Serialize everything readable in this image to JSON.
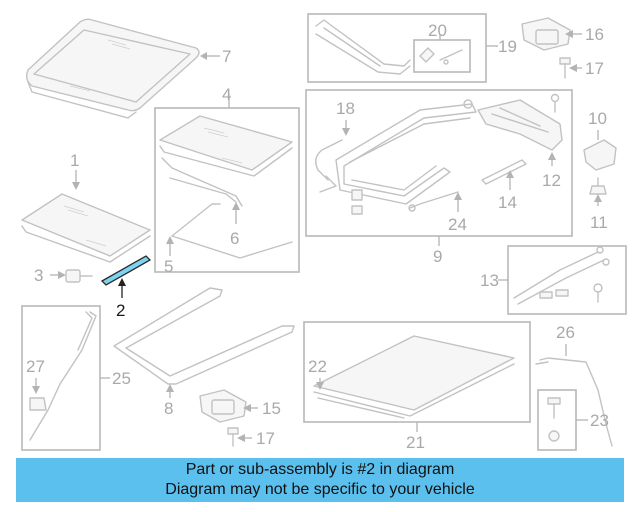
{
  "callouts": {
    "c1": "1",
    "c2": "2",
    "c3": "3",
    "c4": "4",
    "c5": "5",
    "c6": "6",
    "c7": "7",
    "c8": "8",
    "c9": "9",
    "c10": "10",
    "c11": "11",
    "c12": "12",
    "c13": "13",
    "c14": "14",
    "c15": "15",
    "c16": "16",
    "c17a": "17",
    "c17b": "17",
    "c18": "18",
    "c19": "19",
    "c20": "20",
    "c21": "21",
    "c22": "22",
    "c23": "23",
    "c24": "24",
    "c25": "25",
    "c26": "26",
    "c27": "27"
  },
  "highlighted_part": "2",
  "banner": {
    "line1": "Part or sub-assembly is #2 in diagram",
    "line2": "Diagram may not be specific to your vehicle"
  },
  "colors": {
    "banner_bg": "#5bc0ee",
    "highlight_part": "#7fd3f2",
    "line_gray": "#c2c2c2"
  }
}
